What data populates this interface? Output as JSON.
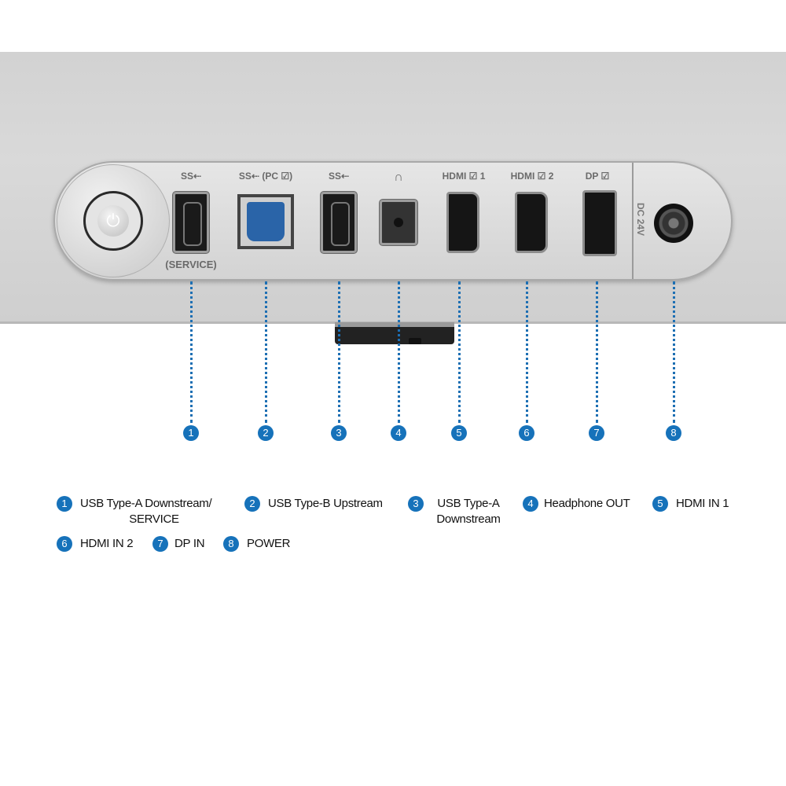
{
  "port_labels": {
    "usb_service": "(SERVICE)",
    "usb1_icon": "SS⇠",
    "usbb_icon": "SS⇠ (PC ☑)",
    "usb3_icon": "SS⇠",
    "headphone_icon": "∩",
    "hdmi1": "HDMI ☑ 1",
    "hdmi2": "HDMI ☑ 2",
    "dp": "DP ☑",
    "dc": "DC 24V"
  },
  "badges": [
    "1",
    "2",
    "3",
    "4",
    "5",
    "6",
    "7",
    "8"
  ],
  "legend": [
    {
      "num": "1",
      "label": "USB Type-A Downstream/",
      "label2": "SERVICE"
    },
    {
      "num": "2",
      "label": "USB Type-B Upstream"
    },
    {
      "num": "3",
      "label": "USB Type-A",
      "label2": "Downstream"
    },
    {
      "num": "4",
      "label": "Headphone OUT"
    },
    {
      "num": "5",
      "label": "HDMI IN 1"
    },
    {
      "num": "6",
      "label": "HDMI IN 2"
    },
    {
      "num": "7",
      "label": "DP IN"
    },
    {
      "num": "8",
      "label": "POWER"
    }
  ],
  "colors": {
    "badge": "#1672ba",
    "panel": "#d4d4d4"
  }
}
